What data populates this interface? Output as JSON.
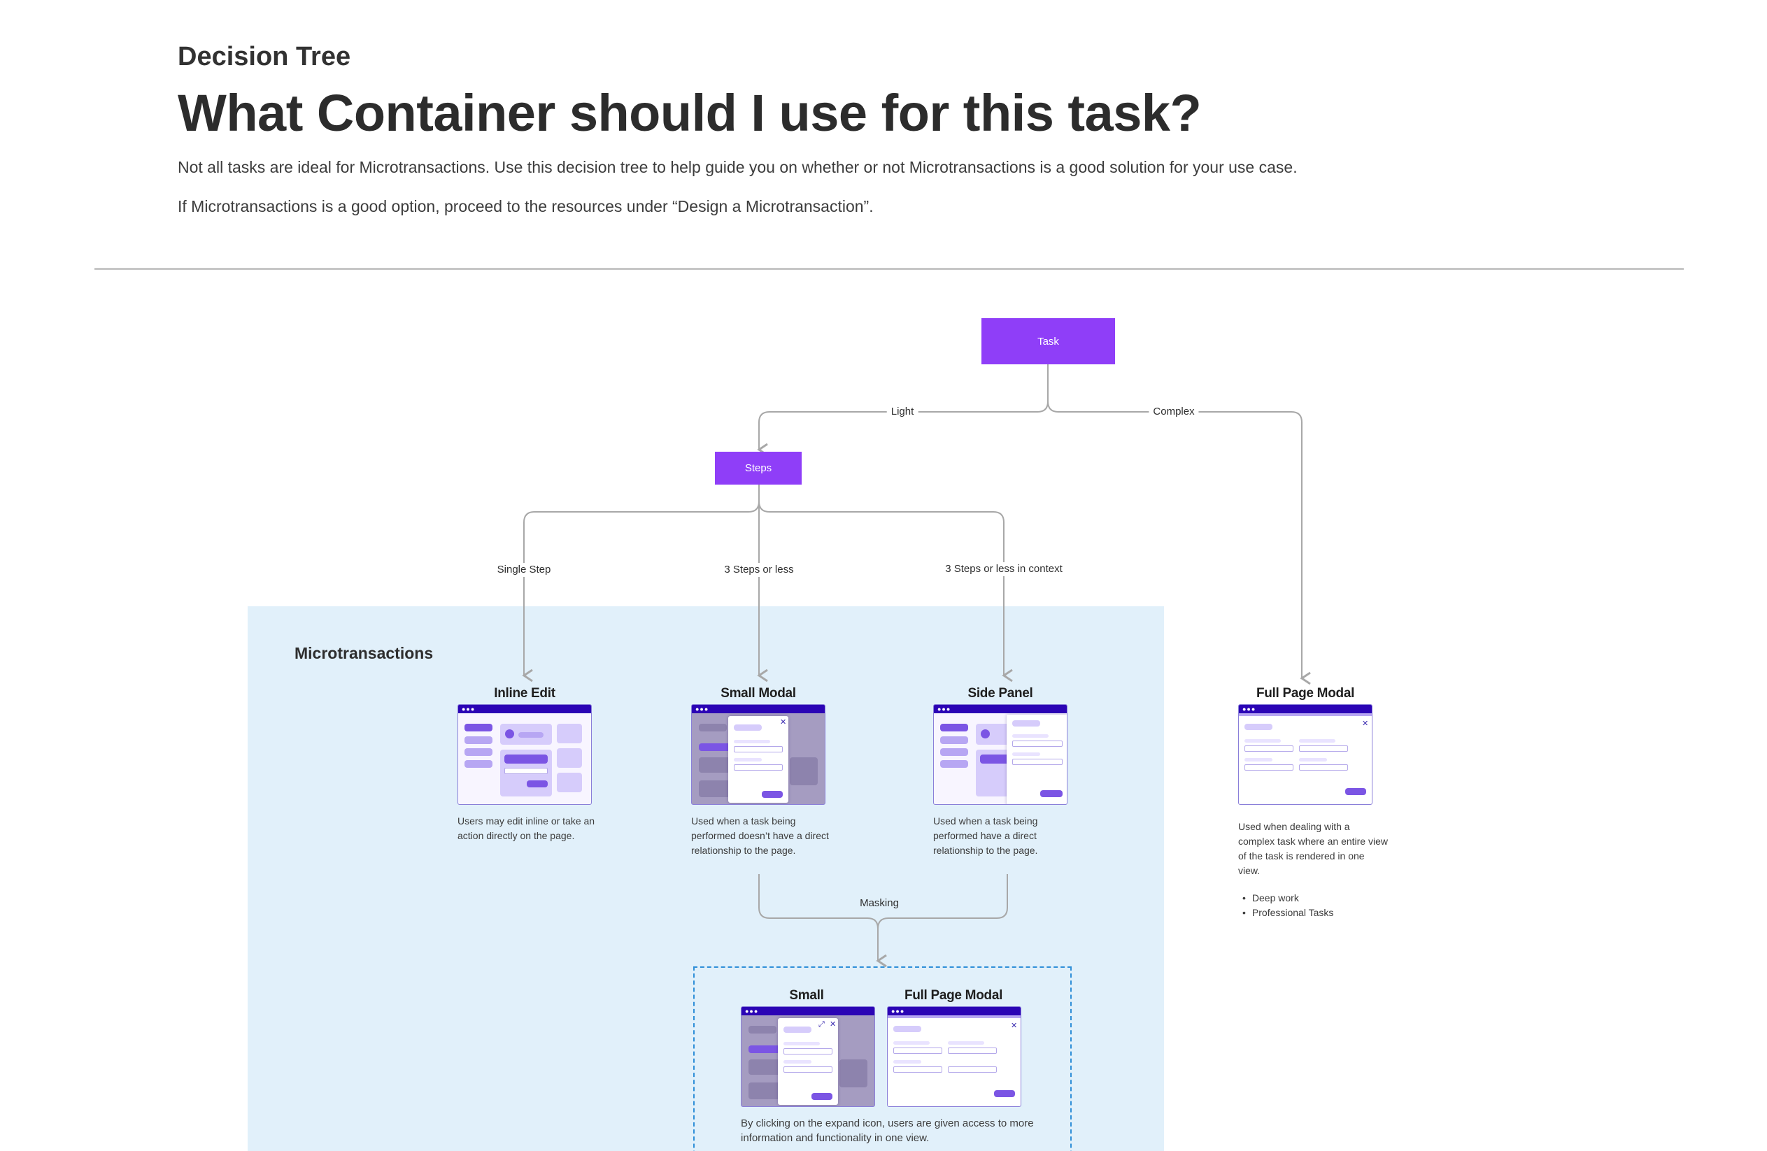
{
  "header": {
    "eyebrow": "Decision Tree",
    "title": "What Container should I use for this task?",
    "description": "Not all tasks are ideal for Microtransactions. Use this decision tree to help guide you on whether or not Microtransactions is a good solution for your use case.",
    "note": "If Microtransactions is a good option, proceed to the resources under “Design a Microtransaction”."
  },
  "nodes": {
    "task": "Task",
    "steps": "Steps"
  },
  "edges": {
    "light": "Light",
    "complex": "Complex",
    "single_step": "Single Step",
    "three_steps": "3 Steps or less",
    "three_steps_context": "3 Steps or less in context",
    "masking": "Masking"
  },
  "microtransactions": {
    "label": "Microtransactions"
  },
  "cards": {
    "inline_edit": {
      "title": "Inline Edit",
      "desc": "Users may edit inline or take an action directly on the page."
    },
    "small_modal": {
      "title": "Small Modal",
      "desc": "Used when a task being performed doesn’t have a direct relationship to the page."
    },
    "side_panel": {
      "title": "Side Panel",
      "desc": "Used when a task being performed have a direct relationship to the page."
    },
    "full_page_modal": {
      "title": "Full Page Modal",
      "desc": "Used when dealing with a complex task where an entire view of the task is rendered in one view.",
      "bullets": [
        "Deep work",
        "Professional Tasks"
      ]
    }
  },
  "masking_group": {
    "small_title": "Small",
    "full_title": "Full Page Modal",
    "desc": "By clicking on the expand icon, users are given access to more information and functionality in one view."
  },
  "colors": {
    "node": "#8f3ef8",
    "micro_area": "#e1f0fa",
    "mask_border": "#2f8fd8",
    "browser_bar": "#2b04b5",
    "connector": "#a8a8a8"
  },
  "icons": {
    "close": "close-icon",
    "expand": "expand-icon",
    "window_dots": "window-dots-icon"
  }
}
